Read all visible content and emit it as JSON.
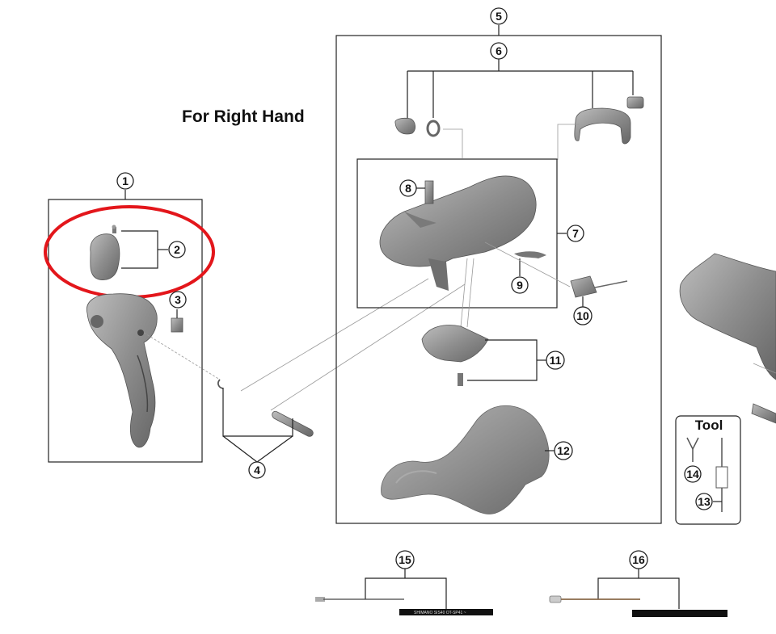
{
  "title": "For Right Hand",
  "tool_box_label": "Tool",
  "cable_print": "SHIMANO SIS40 OT-SP41 ~",
  "callouts": [
    "1",
    "2",
    "3",
    "4",
    "5",
    "6",
    "7",
    "8",
    "9",
    "10",
    "11",
    "12",
    "13",
    "14",
    "15",
    "16"
  ],
  "colors": {
    "part_gray": "#8c8c8c",
    "part_dark": "#5d5d5d",
    "part_light": "#b3b3b3",
    "line": "#222222",
    "leader": "#888888",
    "highlight": "#e3161b",
    "cable_black": "#111111"
  }
}
